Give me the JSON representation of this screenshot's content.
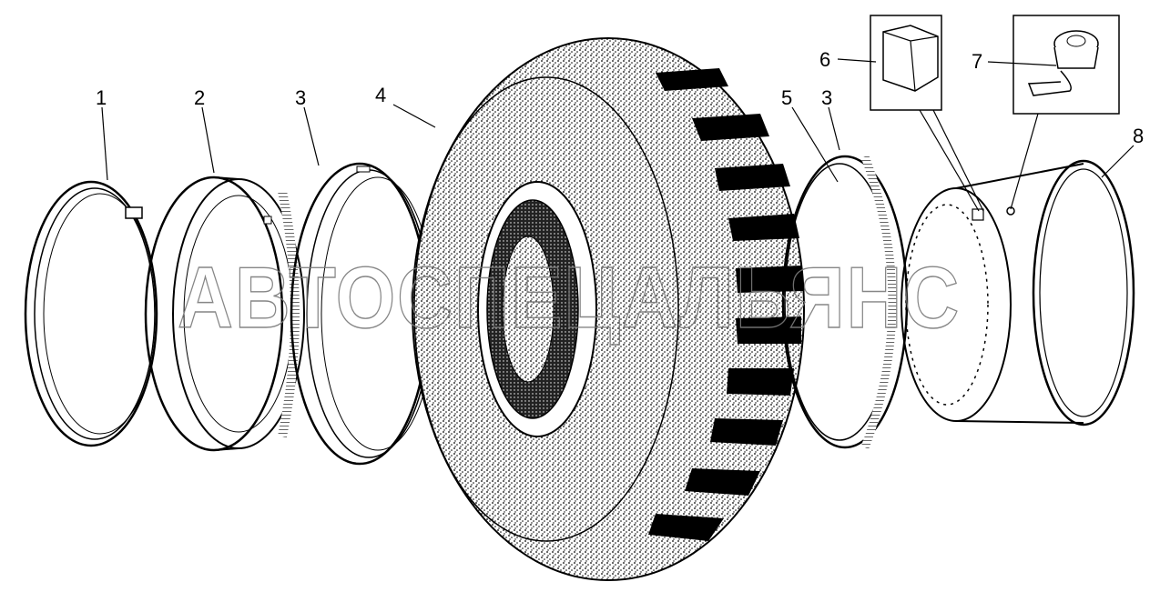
{
  "diagram": {
    "watermark": "АВТОСПЕЦАЛЬЯНС",
    "callouts": [
      "1",
      "2",
      "3",
      "4",
      "5",
      "3",
      "6",
      "7",
      "8"
    ],
    "parts": [
      "lock-ring",
      "side-ring",
      "bead-seat-ring",
      "tire",
      "bead-seat-ring-inner",
      "valve-cap-box",
      "valve",
      "wheel-rim"
    ]
  }
}
